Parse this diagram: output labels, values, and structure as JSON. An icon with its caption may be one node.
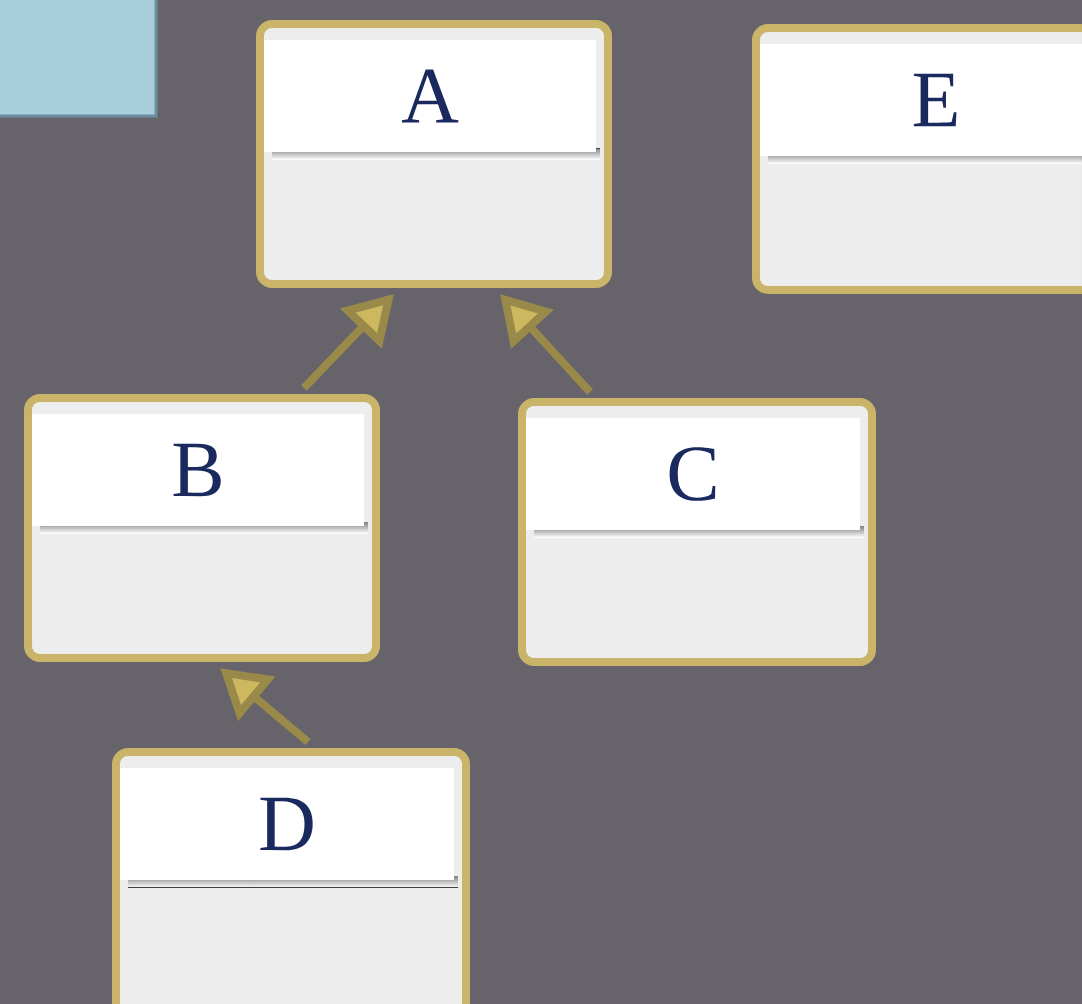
{
  "diagram": {
    "nodes": [
      {
        "text": [
          "A"
        ]
      },
      {
        "text": [
          "B"
        ]
      },
      {
        "text": [
          "C"
        ]
      },
      {
        "text": [
          "D"
        ]
      },
      {
        "text": [
          "E"
        ]
      }
    ],
    "edges": [
      {
        "from": 1,
        "to": 0,
        "arrow": "to"
      },
      {
        "from": 2,
        "to": 0,
        "arrow": "to"
      },
      {
        "from": 3,
        "to": 1,
        "arrow": "to"
      }
    ]
  }
}
